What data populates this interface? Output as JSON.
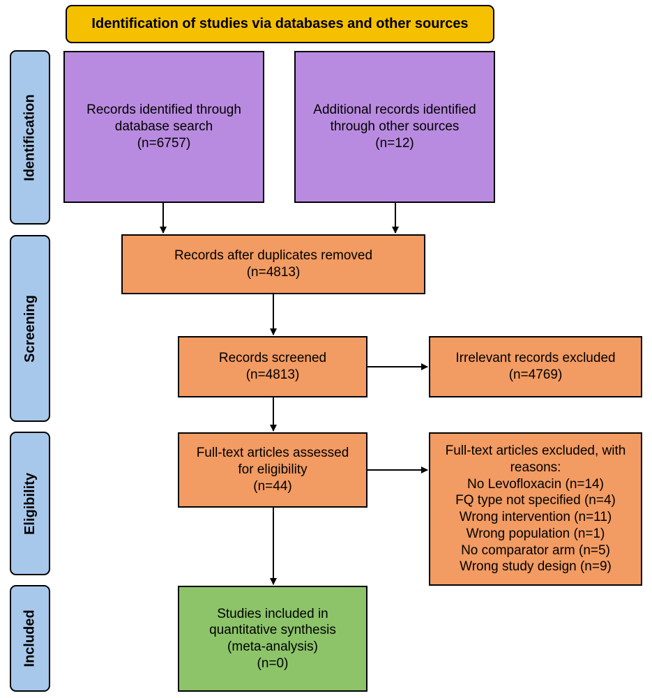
{
  "header": {
    "title": "Identification of studies via databases and other sources"
  },
  "stages": {
    "identification": "Identification",
    "screening": "Screening",
    "eligibility": "Eligibility",
    "included": "Included"
  },
  "boxes": {
    "database_search": {
      "lines": [
        "Records identified through",
        "database search",
        "(n=6757)"
      ]
    },
    "other_sources": {
      "lines": [
        "Additional records identified",
        "through other sources",
        "(n=12)"
      ]
    },
    "duplicates_removed": {
      "lines": [
        "Records after duplicates removed",
        "(n=4813)"
      ]
    },
    "screened": {
      "lines": [
        "Records screened",
        "(n=4813)"
      ]
    },
    "irrelevant_excluded": {
      "lines": [
        "Irrelevant records excluded",
        "(n=4769)"
      ]
    },
    "fulltext_assessed": {
      "lines": [
        "Full-text articles assessed",
        "for eligibility",
        "(n=44)"
      ]
    },
    "fulltext_excluded": {
      "lines": [
        "Full-text articles excluded, with",
        "reasons:",
        "No Levofloxacin (n=14)",
        "FQ type not specified (n=4)",
        "Wrong intervention (n=11)",
        "Wrong population (n=1)",
        "No comparator arm (n=5)",
        "Wrong study design (n=9)"
      ]
    },
    "included_studies": {
      "lines": [
        "Studies included in",
        "quantitative synthesis",
        "(meta-analysis)",
        "(n=0)"
      ]
    }
  },
  "colors": {
    "header": "#f5c000",
    "stage": "#a8c8eb",
    "identification_box": "#b98be0",
    "screening_box": "#f29b62",
    "included_box": "#8dc46a"
  }
}
